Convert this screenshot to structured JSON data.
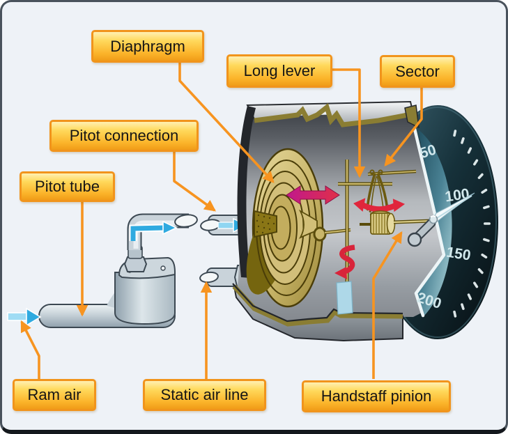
{
  "labels": {
    "diaphragm": "Diaphragm",
    "long_lever": "Long lever",
    "sector": "Sector",
    "pitot_connection": "Pitot connection",
    "pitot_tube": "Pitot tube",
    "ram_air": "Ram air",
    "static_air_line": "Static air line",
    "handstaff_pinion": "Handstaff pinion"
  },
  "dial": {
    "numbers": [
      "50",
      "100",
      "150",
      "200"
    ]
  },
  "colors": {
    "background": "#EEF2F7",
    "label_border": "#F1941C",
    "leader_orange": "#F79420",
    "dial_face_dark": "#1F4D5E",
    "dial_face_light": "#B9DEE2",
    "bezel_dark": "#0B1317",
    "brass": "#C9B66A",
    "brass_dark": "#8A7D33",
    "case_gray": "#9AA0A6",
    "airflow_blue": "#2FAAE0",
    "accent_magenta": "#C0188C",
    "accent_red": "#D82540"
  }
}
